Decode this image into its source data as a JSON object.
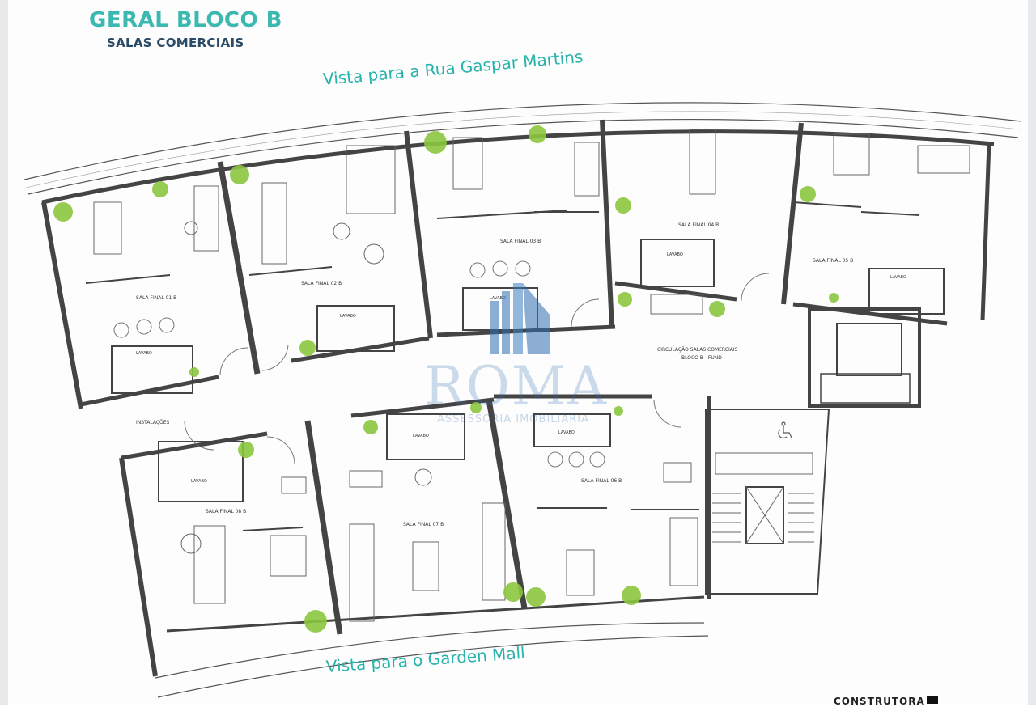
{
  "header": {
    "title": "GERAL BLOCO B",
    "subtitle": "SALAS COMERCIAIS"
  },
  "views": {
    "top": "Vista para a Rua Gaspar Martins",
    "bottom": "Vista para o Garden Mall"
  },
  "rooms": {
    "sala01": "SALA FINAL 01 B",
    "sala02": "SALA FINAL 02 B",
    "sala03": "SALA FINAL 03 B",
    "sala04": "SALA FINAL 04 B",
    "sala05": "SALA FINAL 05 B",
    "sala06": "SALA FINAL 06 B",
    "sala07": "SALA FINAL 07 B",
    "sala08": "SALA FINAL 08 B",
    "installations": "INSTALAÇÕES",
    "circulation_line1": "CIRCULAÇÃO SALAS COMERCIAIS",
    "circulation_line2": "BLOCO B - FUND",
    "lavabo": "LAVABO"
  },
  "watermark": {
    "name": "ROMA",
    "tagline": "ASSESSORIA IMOBILIÁRIA"
  },
  "footer": {
    "builder": "CONSTRUTORA"
  },
  "colors": {
    "brand_teal": "#3bb8b0",
    "brand_navy": "#2b4a66",
    "wall": "#444444",
    "plant_green": "#8cc63f",
    "watermark_blue": "#2f6fb0"
  }
}
